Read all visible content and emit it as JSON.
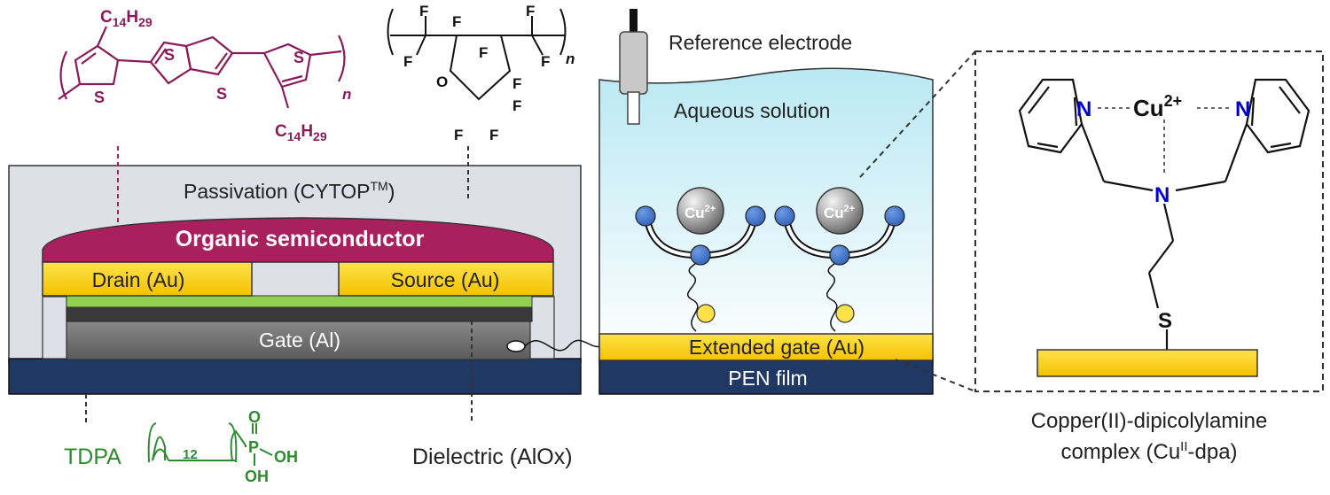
{
  "device": {
    "passivation": "Passivation (CYTOP",
    "passivation_tm": "TM",
    "passivation_close": ")",
    "semiconductor": "Organic semiconductor",
    "drain": "Drain (Au)",
    "source": "Source (Au)",
    "gate": "Gate (Al)",
    "tdpa": "TDPA",
    "dielectric": "Dielectric (AlOx)"
  },
  "sensor": {
    "reference": "Reference electrode",
    "solution": "Aqueous solution",
    "extended_gate": "Extended gate (Au)",
    "pen": "PEN film",
    "cu_ion": "Cu",
    "cu_charge": "2+"
  },
  "complex": {
    "name_line1": "Copper(II)-dipicolylamine",
    "name_line2_a": "complex (Cu",
    "name_line2_sup": "II",
    "name_line2_b": "-dpa)",
    "cu": "Cu",
    "cu_charge": "2+",
    "n_left": "N",
    "n_right": "N",
    "n_amine": "N",
    "s": "S"
  },
  "polymer": {
    "alkyl": "C",
    "alkyl_sub_a": "14",
    "alkyl_sub_b": "H",
    "alkyl_sub_c": "29",
    "s": "S",
    "n": "n"
  },
  "cytop": {
    "f": "F",
    "o": "O",
    "n": "n"
  },
  "tdpa_struct": {
    "p": "P",
    "o": "O",
    "oh": "OH",
    "sub": "12"
  },
  "colors": {
    "passivation": "#dde0e6",
    "semiconductor": "#a8205e",
    "gold": "#ffd200",
    "gate": "#6e6e6e",
    "substrate": "#1f3864",
    "green_layer": "#92d050",
    "solution_top": "#c6ecf5",
    "cu_blue": "#3e6fc7",
    "polymer": "#8b1a5a",
    "tdpa": "#2e8b2e",
    "nitrogen": "#0000cc"
  }
}
